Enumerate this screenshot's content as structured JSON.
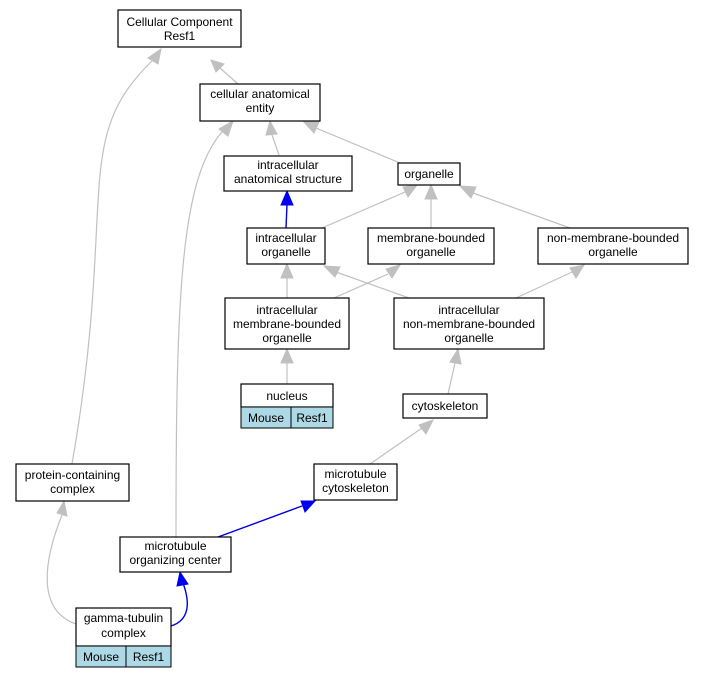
{
  "colors": {
    "is_a_edge": "#c0c0c0",
    "part_of_edge": "#0000dd",
    "annotation_cell": "#add8e6",
    "node_border": "#000000"
  },
  "nodes": {
    "cc_root": [
      "Cellular Component",
      "Resf1"
    ],
    "cae": [
      "cellular anatomical",
      "entity"
    ],
    "ias": [
      "intracellular",
      "anatomical structure"
    ],
    "organelle": [
      "organelle"
    ],
    "intra_org": [
      "intracellular",
      "organelle"
    ],
    "mem_org": [
      "membrane-bounded",
      "organelle"
    ],
    "nonmem_org": [
      "non-membrane-bounded",
      "organelle"
    ],
    "intra_mem": [
      "intracellular",
      "membrane-bounded",
      "organelle"
    ],
    "intra_nonmem": [
      "intracellular",
      "non-membrane-bounded",
      "organelle"
    ],
    "nucleus": [
      "nucleus"
    ],
    "cytoskeleton": [
      "cytoskeleton"
    ],
    "protein_complex": [
      "protein-containing",
      "complex"
    ],
    "mt_cytoskeleton": [
      "microtubule",
      "cytoskeleton"
    ],
    "mtoc": [
      "microtubule",
      "organizing center"
    ],
    "gtc": [
      "gamma-tubulin",
      "complex"
    ]
  },
  "annotations": {
    "nucleus": [
      "Mouse",
      "Resf1"
    ],
    "gtc": [
      "Mouse",
      "Resf1"
    ]
  }
}
